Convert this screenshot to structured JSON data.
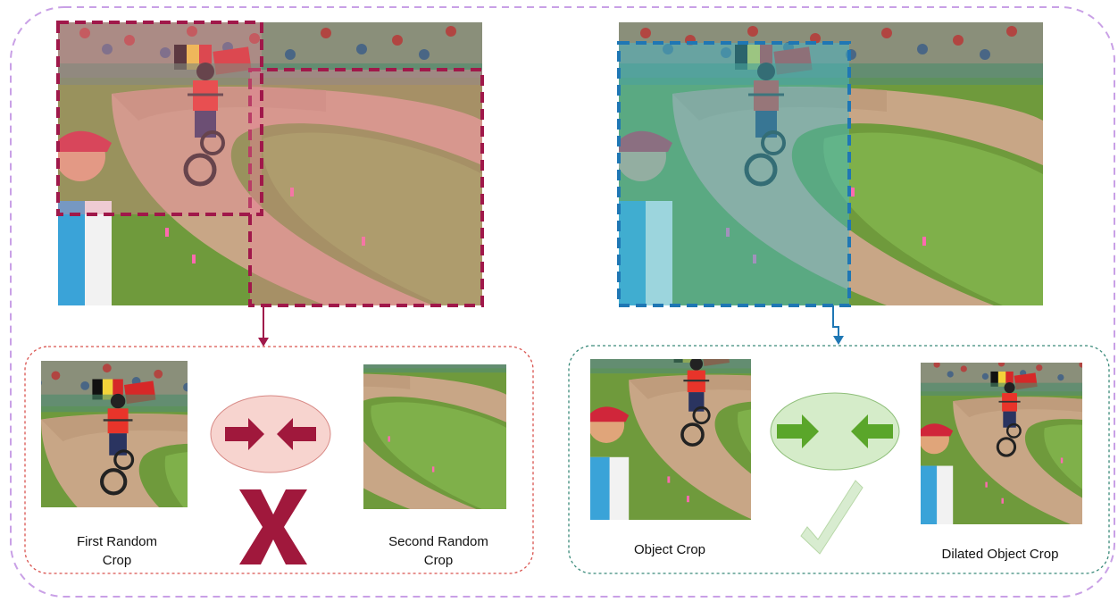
{
  "captions": {
    "first_random_crop": "First Random\nCrop",
    "second_random_crop": "Second Random\nCrop",
    "object_crop": "Object Crop",
    "dilated_object_crop": "Dilated Object Crop"
  },
  "colors": {
    "outer_border": "#c9a0e6",
    "random_crop_box": "#a0184a",
    "random_crop_fill": "#e8859a",
    "object_box": "#1f77b4",
    "object_fill": "#45b8c8",
    "left_panel_border": "#d9534f",
    "right_panel_border": "#3a8a7a",
    "reject_mark": "#a0183c",
    "reject_ellipse": "#f7d4cf",
    "accept_ellipse": "#d5ecc9",
    "accept_arrow": "#5aa62a",
    "check_mark": "#d8ecd0"
  },
  "icons": [
    "converging-arrows-icon",
    "x-mark-icon",
    "check-mark-icon"
  ]
}
